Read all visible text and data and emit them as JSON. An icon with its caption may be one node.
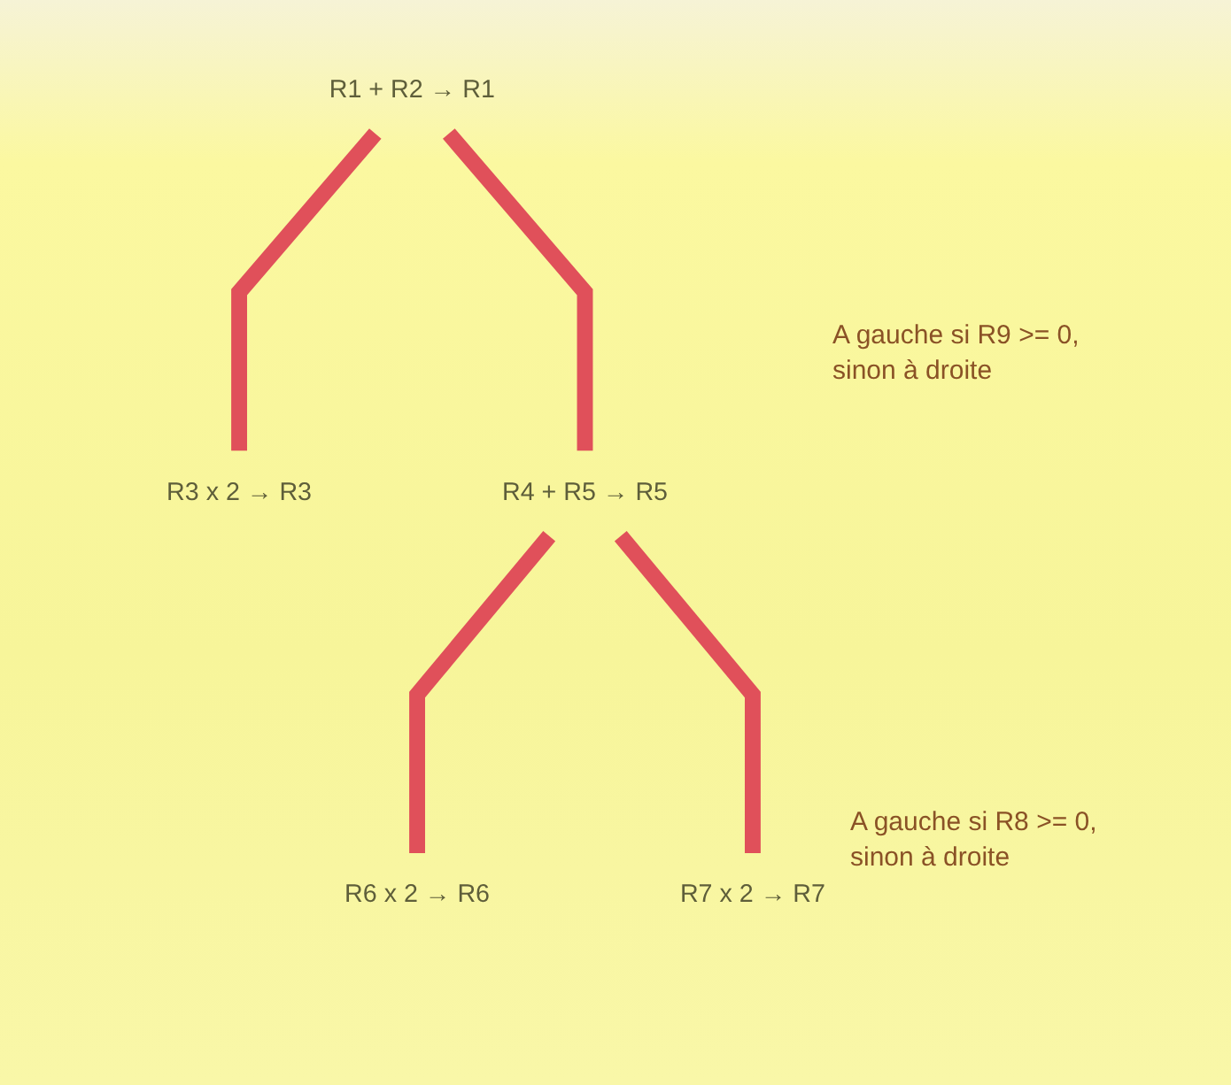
{
  "diagram": {
    "nodes": [
      {
        "text": [
          "R1 + R2 → R1"
        ]
      },
      {
        "text": [
          "R3 x 2 → R3"
        ]
      },
      {
        "text": [
          "R4 + R5 → R5"
        ]
      },
      {
        "text": [
          "R6 x 2 → R6"
        ]
      },
      {
        "text": [
          "R7 x 2 → R7"
        ]
      }
    ],
    "edges": [
      {
        "from": 0,
        "to": 1,
        "arrow": "none"
      },
      {
        "from": 0,
        "to": 2,
        "arrow": "none"
      },
      {
        "from": 2,
        "to": 3,
        "arrow": "none"
      },
      {
        "from": 2,
        "to": 4,
        "arrow": "none"
      }
    ],
    "labels": [
      "A gauche si R9 >= 0, sinon à droite",
      "A gauche si R8 >= 0, sinon à droite"
    ]
  }
}
